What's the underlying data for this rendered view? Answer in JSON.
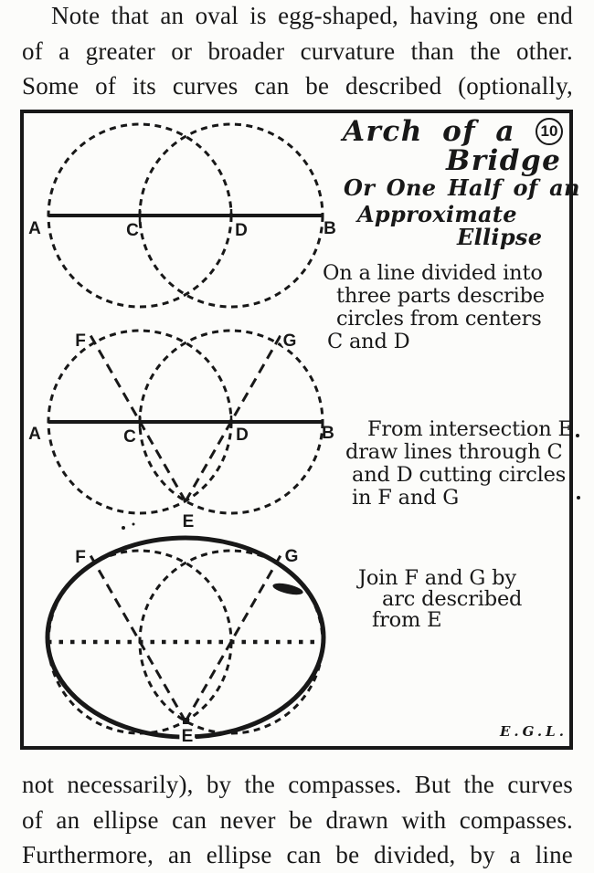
{
  "colors": {
    "ink": "#181818",
    "paper": "#fcfcfa"
  },
  "top_paragraph": {
    "lines": [
      "Note that an oval is egg-shaped, having one end",
      "of a greater or broader curvature than the other.",
      "Some of its curves can be described (optionally,"
    ]
  },
  "bottom_paragraph": {
    "lines": [
      "not necessarily), by the compasses.  But the curves",
      "of an ellipse can never be drawn with compasses.",
      "Furthermore, an ellipse can be divided, by a line"
    ]
  },
  "figure": {
    "number": "10",
    "title": {
      "line1": "Arch of a",
      "line2": "Bridge"
    },
    "subtitle": {
      "line1": "Or One Half of an",
      "line2": "Approximate",
      "line3": "Ellipse"
    },
    "steps": {
      "step1": {
        "line1": "On a line divided into",
        "line2": "three parts describe",
        "line3": "circles from centers",
        "line4": "C and D"
      },
      "step2": {
        "line1": "From intersection E",
        "line2": "draw lines through C",
        "line3": "and D cutting circles",
        "line4": "in F and G"
      },
      "step3": {
        "line1": "Join F and G by",
        "line2": "arc described",
        "line3": "from E"
      }
    },
    "point_labels": {
      "A": "A",
      "B": "B",
      "C": "C",
      "D": "D",
      "E": "E",
      "F": "F",
      "G": "G"
    },
    "signature": "E.G.L."
  }
}
